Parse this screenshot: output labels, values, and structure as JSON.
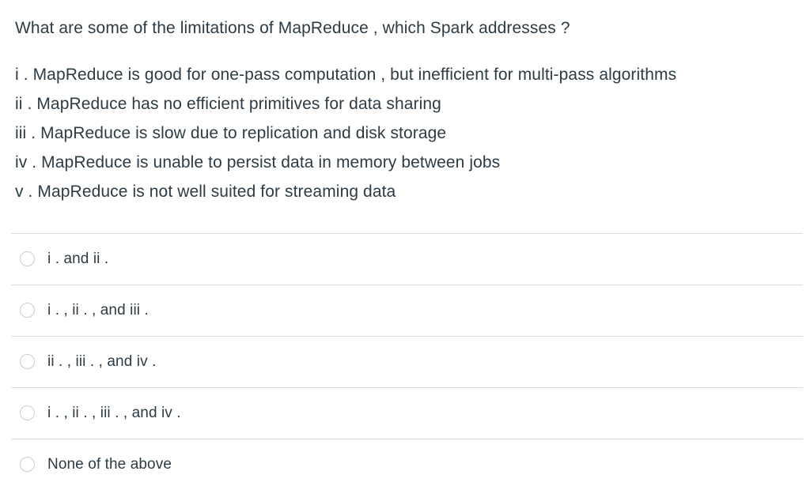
{
  "question": {
    "title": "What are some of the limitations of MapReduce , which Spark addresses ?",
    "statements": [
      "i . MapReduce is good for one-pass computation , but inefficient for multi-pass algorithms",
      "ii . MapReduce has no efficient primitives for data sharing",
      "iii . MapReduce is slow due to replication and disk storage",
      "iv . MapReduce is unable to persist data in memory between jobs",
      "v . MapReduce is not well suited for streaming data"
    ]
  },
  "answers": {
    "options": [
      {
        "label": "i . and ii .",
        "selected": false
      },
      {
        "label": "i . , ii . , and iii .",
        "selected": false
      },
      {
        "label": "ii . , iii . , and iv .",
        "selected": false
      },
      {
        "label": "i . , ii . , iii . , and iv .",
        "selected": false
      },
      {
        "label": "None of the above",
        "selected": false
      }
    ]
  },
  "colors": {
    "text": "#2d3b45",
    "divider": "#dddde0",
    "radio_border": "#c7cdd1",
    "background": "#ffffff"
  }
}
